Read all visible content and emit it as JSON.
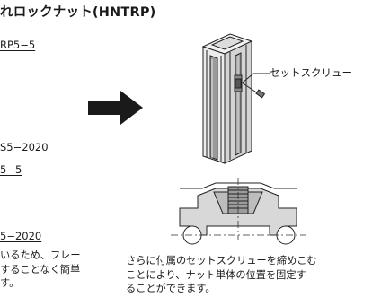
{
  "title": "れロックナット(HNTRP)",
  "left_texts": {
    "part_a": "RP5−5",
    "part_b": "S5−2020",
    "part_c": "5−5",
    "part_d": "5−2020",
    "para_line1": "いるため、フレー",
    "para_line2": "することなく簡単",
    "para_line3": "す。"
  },
  "callout_label": "セットスクリュー",
  "description": {
    "line1": "さらに付属のセットスクリューを締めこむ",
    "line2": "ことにより、ナット単体の位置を固定す",
    "line3": "ることができます。"
  }
}
